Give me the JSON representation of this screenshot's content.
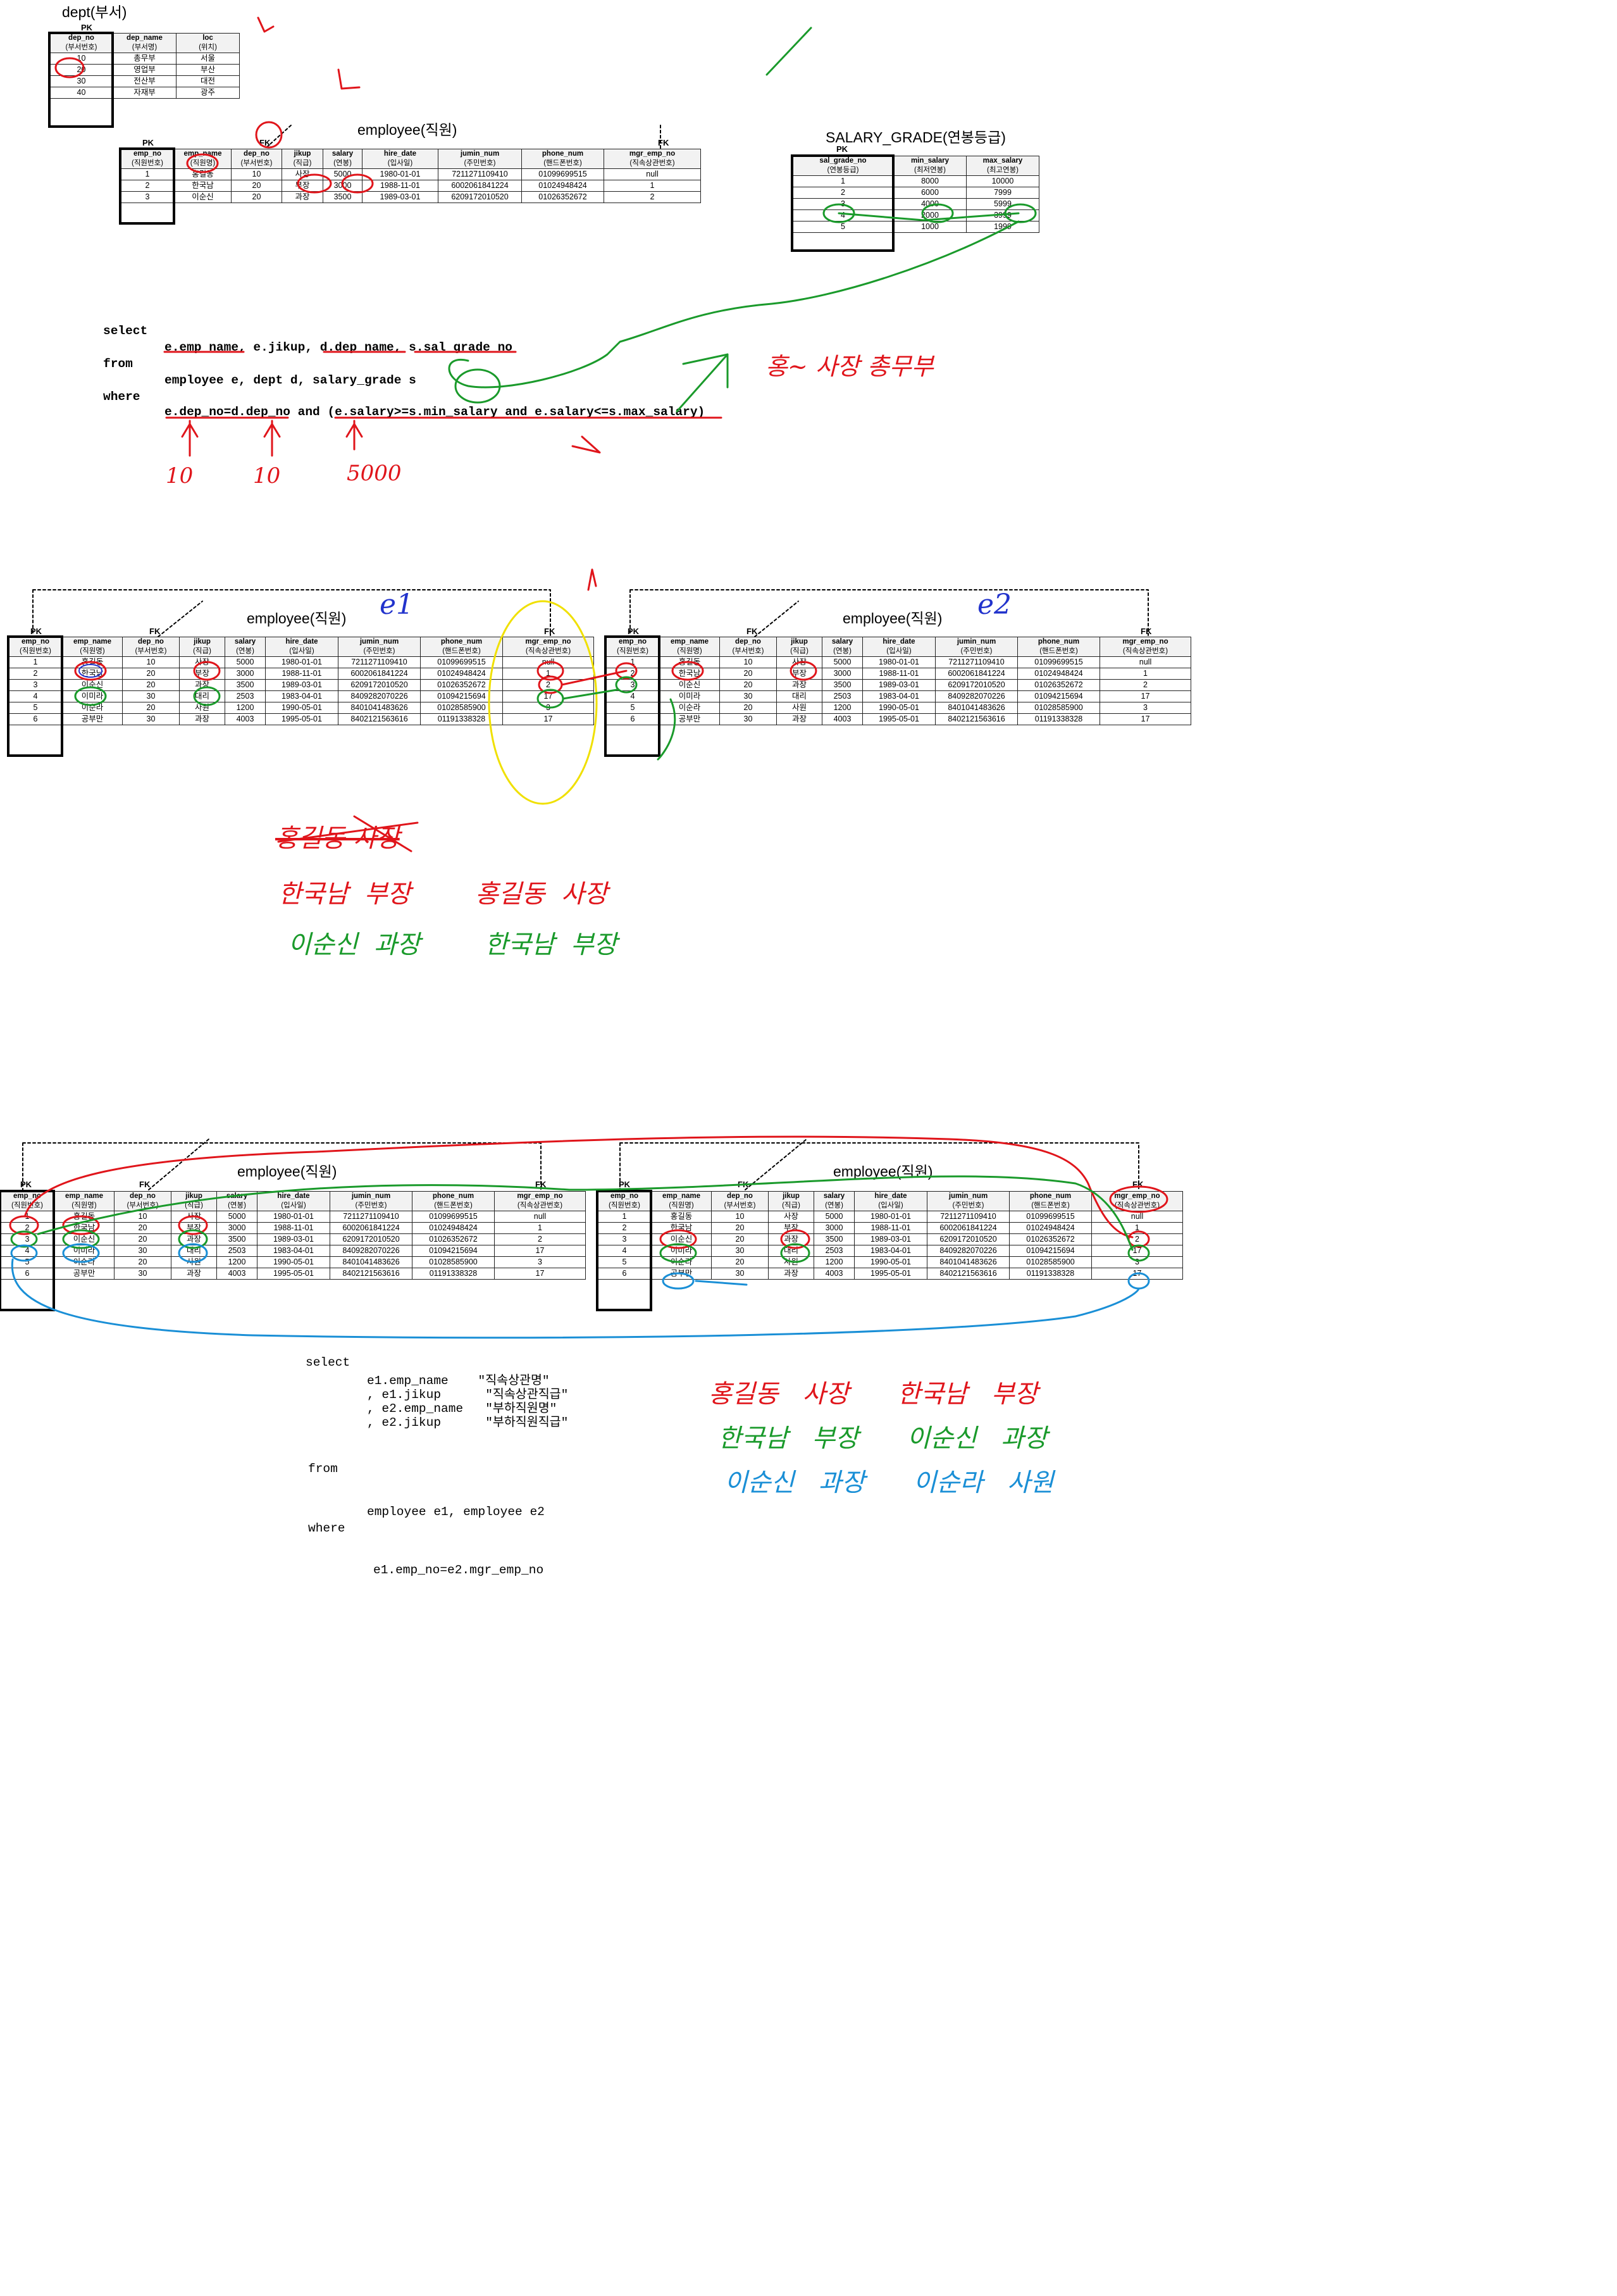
{
  "dept": {
    "title": "dept(부서)",
    "pk": "PK",
    "columns": [
      {
        "name": "dep_no",
        "sub": "(부서번호)"
      },
      {
        "name": "dep_name",
        "sub": "(부서명)"
      },
      {
        "name": "loc",
        "sub": "(위치)"
      }
    ],
    "rows": [
      [
        "10",
        "총무부",
        "서울"
      ],
      [
        "20",
        "영업부",
        "부산"
      ],
      [
        "30",
        "전산부",
        "대전"
      ],
      [
        "40",
        "자재부",
        "광주"
      ]
    ]
  },
  "employee_short": {
    "title": "employee(직원)",
    "pk": "PK",
    "fk1": "FK",
    "fk2": "FK",
    "columns": [
      {
        "name": "emp_no",
        "sub": "(직원번호)"
      },
      {
        "name": "emp_name",
        "sub": "(직원명)"
      },
      {
        "name": "dep_no",
        "sub": "(부서번호)"
      },
      {
        "name": "jikup",
        "sub": "(직급)"
      },
      {
        "name": "salary",
        "sub": "(연봉)"
      },
      {
        "name": "hire_date",
        "sub": "(입사일)"
      },
      {
        "name": "jumin_num",
        "sub": "(주민번호)"
      },
      {
        "name": "phone_num",
        "sub": "(핸드폰번호)"
      },
      {
        "name": "mgr_emp_no",
        "sub": "(직속상관번호)"
      }
    ],
    "rows": [
      [
        "1",
        "홍길동",
        "10",
        "사장",
        "5000",
        "1980-01-01",
        "7211271109410",
        "01099699515",
        "null"
      ],
      [
        "2",
        "한국남",
        "20",
        "부장",
        "3000",
        "1988-11-01",
        "6002061841224",
        "01024948424",
        "1"
      ],
      [
        "3",
        "이순신",
        "20",
        "과장",
        "3500",
        "1989-03-01",
        "6209172010520",
        "01026352672",
        "2"
      ]
    ]
  },
  "salary_grade": {
    "title": "SALARY_GRADE(연봉등급)",
    "pk": "PK",
    "columns": [
      {
        "name": "sal_grade_no",
        "sub": "(연봉등급)"
      },
      {
        "name": "min_salary",
        "sub": "(최저연봉)"
      },
      {
        "name": "max_salary",
        "sub": "(최고연봉)"
      }
    ],
    "rows": [
      [
        "1",
        "8000",
        "10000"
      ],
      [
        "2",
        "6000",
        "7999"
      ],
      [
        "3",
        "4000",
        "5999"
      ],
      [
        "4",
        "2000",
        "3999"
      ],
      [
        "5",
        "1000",
        "1999"
      ]
    ]
  },
  "query1": {
    "line1_kw": "select",
    "line1_rest": "e.emp_name, e.jikup, d.dep_name, s.sal_grade_no",
    "line2_kw": "from",
    "line2_rest": "employee e, dept d, salary_grade s",
    "line3_kw": "where",
    "line4": "e.dep_no=d.dep_no and (e.salary>=s.min_salary and e.salary<=s.max_salary)"
  },
  "employee_full": {
    "title": "employee(직원)",
    "pk": "PK",
    "fk": "FK",
    "columns": [
      {
        "name": "emp_no",
        "sub": "(직원번호)"
      },
      {
        "name": "emp_name",
        "sub": "(직원명)"
      },
      {
        "name": "dep_no",
        "sub": "(부서번호)"
      },
      {
        "name": "jikup",
        "sub": "(직급)"
      },
      {
        "name": "salary",
        "sub": "(연봉)"
      },
      {
        "name": "hire_date",
        "sub": "(입사일)"
      },
      {
        "name": "jumin_num",
        "sub": "(주민번호)"
      },
      {
        "name": "phone_num",
        "sub": "(핸드폰번호)"
      },
      {
        "name": "mgr_emp_no",
        "sub": "(직속상관번호)"
      }
    ],
    "rows": [
      [
        "1",
        "홍길동",
        "10",
        "사장",
        "5000",
        "1980-01-01",
        "7211271109410",
        "01099699515",
        "null"
      ],
      [
        "2",
        "한국남",
        "20",
        "부장",
        "3000",
        "1988-11-01",
        "6002061841224",
        "01024948424",
        "1"
      ],
      [
        "3",
        "이순신",
        "20",
        "과장",
        "3500",
        "1989-03-01",
        "6209172010520",
        "01026352672",
        "2"
      ],
      [
        "4",
        "이미라",
        "30",
        "대리",
        "2503",
        "1983-04-01",
        "8409282070226",
        "01094215694",
        "17"
      ],
      [
        "5",
        "이순라",
        "20",
        "사원",
        "1200",
        "1990-05-01",
        "8401041483626",
        "01028585900",
        "3"
      ],
      [
        "6",
        "공부만",
        "30",
        "과장",
        "4003",
        "1995-05-01",
        "8402121563616",
        "01191338328",
        "17"
      ]
    ]
  },
  "query2": {
    "select_kw": "select",
    "lines": [
      "e1.emp_name    \"직속상관명\"",
      ", e1.jikup      \"직속상관직급\"",
      ", e2.emp_name   \"부하직원명\"",
      ", e2.jikup      \"부하직원직급\""
    ],
    "from_kw": "from",
    "from_rest": "employee e1, employee e2",
    "where_kw": "where",
    "where_rest": "e1.emp_no=e2.mgr_emp_no"
  },
  "handwriting": {
    "q1_result": "홍~   사장     총무부",
    "q1_vals": [
      "10",
      "10",
      "5000"
    ],
    "e1_label": "e1",
    "e2_label": "e2",
    "struck": "홍길동  사장",
    "pair_red": "한국남  부장        홍길동  사장",
    "pair_green": "이순신  과장        한국남  부장",
    "r_red": "홍길동   사장      한국남   부장",
    "r_green": "한국남   부장      이순신   과장",
    "r_blue": "이순신   과장      이순라   사원"
  },
  "colors": {
    "red": "#e0151b",
    "green": "#1a9a2b",
    "blue": "#1a8fd6",
    "navy": "#2233cc",
    "yellow": "#f0e000"
  }
}
